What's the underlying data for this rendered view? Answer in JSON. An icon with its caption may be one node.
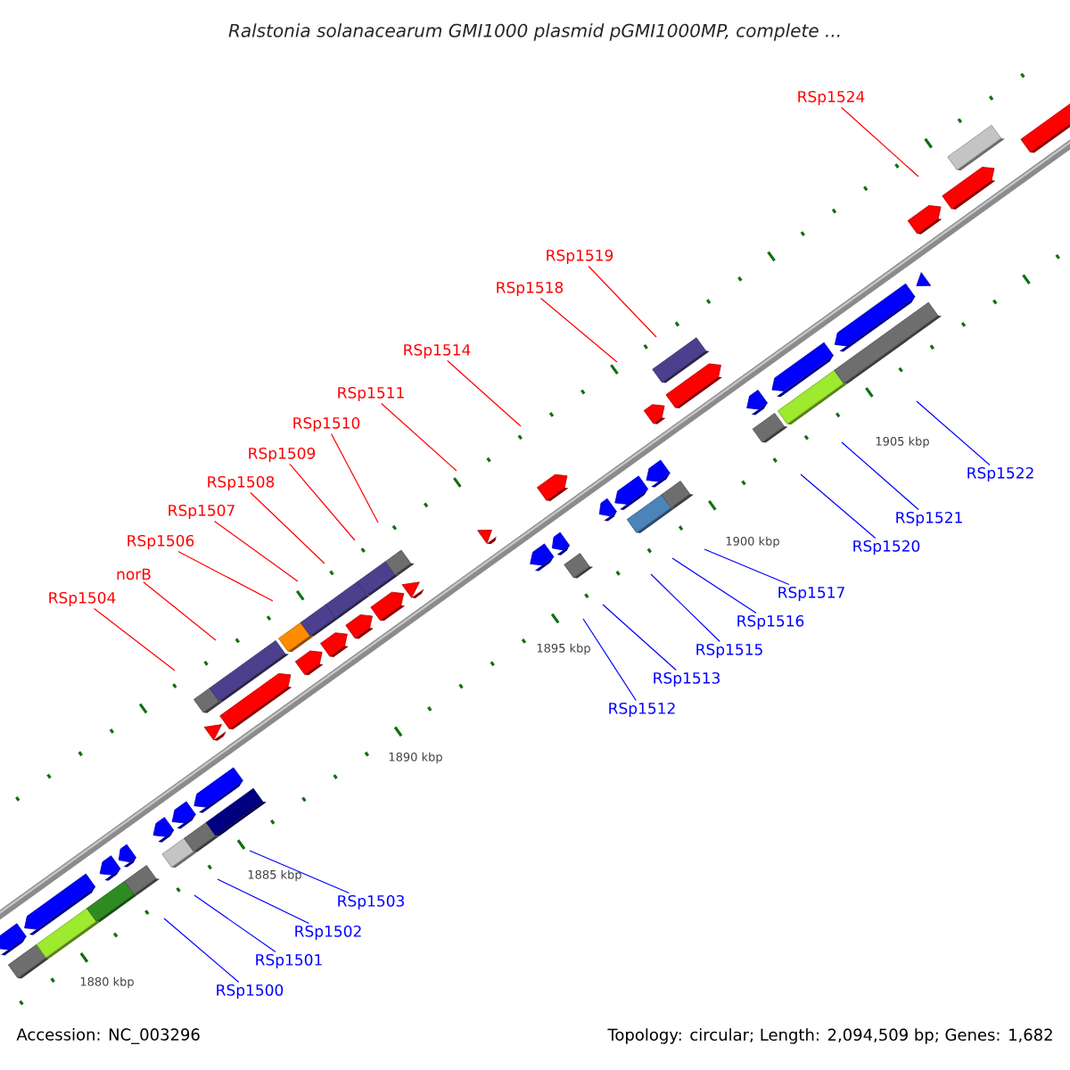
{
  "diagram": {
    "title": "Ralstonia solanacearum GMI1000 plasmid pGMI1000MP, complete ...",
    "nodes": [
      {
        "text": [
          "RSp1524"
        ]
      },
      {
        "text": [
          "RSp1519"
        ]
      },
      {
        "text": [
          "RSp1518"
        ]
      },
      {
        "text": [
          "RSp1514"
        ]
      },
      {
        "text": [
          "RSp1511"
        ]
      },
      {
        "text": [
          "RSp1510"
        ]
      },
      {
        "text": [
          "RSp1509"
        ]
      },
      {
        "text": [
          "RSp1508"
        ]
      },
      {
        "text": [
          "RSp1507"
        ]
      },
      {
        "text": [
          "RSp1506"
        ]
      },
      {
        "text": [
          "norB"
        ]
      },
      {
        "text": [
          "RSp1504"
        ]
      },
      {
        "text": [
          "RSp1522"
        ]
      },
      {
        "text": [
          "RSp1521"
        ]
      },
      {
        "text": [
          "RSp1520"
        ]
      },
      {
        "text": [
          "RSp1517"
        ]
      },
      {
        "text": [
          "RSp1516"
        ]
      },
      {
        "text": [
          "RSp1515"
        ]
      },
      {
        "text": [
          "RSp1513"
        ]
      },
      {
        "text": [
          "RSp1512"
        ]
      },
      {
        "text": [
          "RSp1503"
        ]
      },
      {
        "text": [
          "RSp1502"
        ]
      },
      {
        "text": [
          "RSp1501"
        ]
      },
      {
        "text": [
          "RSp1500"
        ]
      }
    ],
    "edges": [
      {
        "from": 0,
        "to": null,
        "arrow": "none",
        "color": "#ff0000"
      },
      {
        "from": 1,
        "to": null,
        "arrow": "none",
        "color": "#ff0000"
      },
      {
        "from": 2,
        "to": null,
        "arrow": "none",
        "color": "#ff0000"
      },
      {
        "from": 3,
        "to": null,
        "arrow": "none",
        "color": "#ff0000"
      },
      {
        "from": 4,
        "to": null,
        "arrow": "none",
        "color": "#ff0000"
      },
      {
        "from": 5,
        "to": null,
        "arrow": "none",
        "color": "#ff0000"
      },
      {
        "from": 6,
        "to": null,
        "arrow": "none",
        "color": "#ff0000"
      },
      {
        "from": 7,
        "to": null,
        "arrow": "none",
        "color": "#ff0000"
      },
      {
        "from": 8,
        "to": null,
        "arrow": "none",
        "color": "#ff0000"
      },
      {
        "from": 9,
        "to": null,
        "arrow": "none",
        "color": "#ff0000"
      },
      {
        "from": 10,
        "to": null,
        "arrow": "none",
        "color": "#ff0000"
      },
      {
        "from": 11,
        "to": null,
        "arrow": "none",
        "color": "#ff0000"
      },
      {
        "from": 12,
        "to": null,
        "arrow": "none",
        "color": "#0000ff"
      },
      {
        "from": 13,
        "to": null,
        "arrow": "none",
        "color": "#0000ff"
      },
      {
        "from": 14,
        "to": null,
        "arrow": "none",
        "color": "#0000ff"
      },
      {
        "from": 15,
        "to": null,
        "arrow": "none",
        "color": "#0000ff"
      },
      {
        "from": 16,
        "to": null,
        "arrow": "none",
        "color": "#0000ff"
      },
      {
        "from": 17,
        "to": null,
        "arrow": "none",
        "color": "#0000ff"
      },
      {
        "from": 18,
        "to": null,
        "arrow": "none",
        "color": "#0000ff"
      },
      {
        "from": 19,
        "to": null,
        "arrow": "none",
        "color": "#0000ff"
      },
      {
        "from": 20,
        "to": null,
        "arrow": "none",
        "color": "#0000ff"
      },
      {
        "from": 21,
        "to": null,
        "arrow": "none",
        "color": "#0000ff"
      },
      {
        "from": 22,
        "to": null,
        "arrow": "none",
        "color": "#0000ff"
      },
      {
        "from": 23,
        "to": null,
        "arrow": "none",
        "color": "#0000ff"
      }
    ],
    "labels": [
      "1905 kbp",
      "1900 kbp",
      "1895 kbp",
      "1890 kbp",
      "1885 kbp",
      "1880 kbp",
      "Accession: NC_003296",
      "Topology: circular; Length: 2,094,509 bp; Genes: 1,682"
    ]
  }
}
